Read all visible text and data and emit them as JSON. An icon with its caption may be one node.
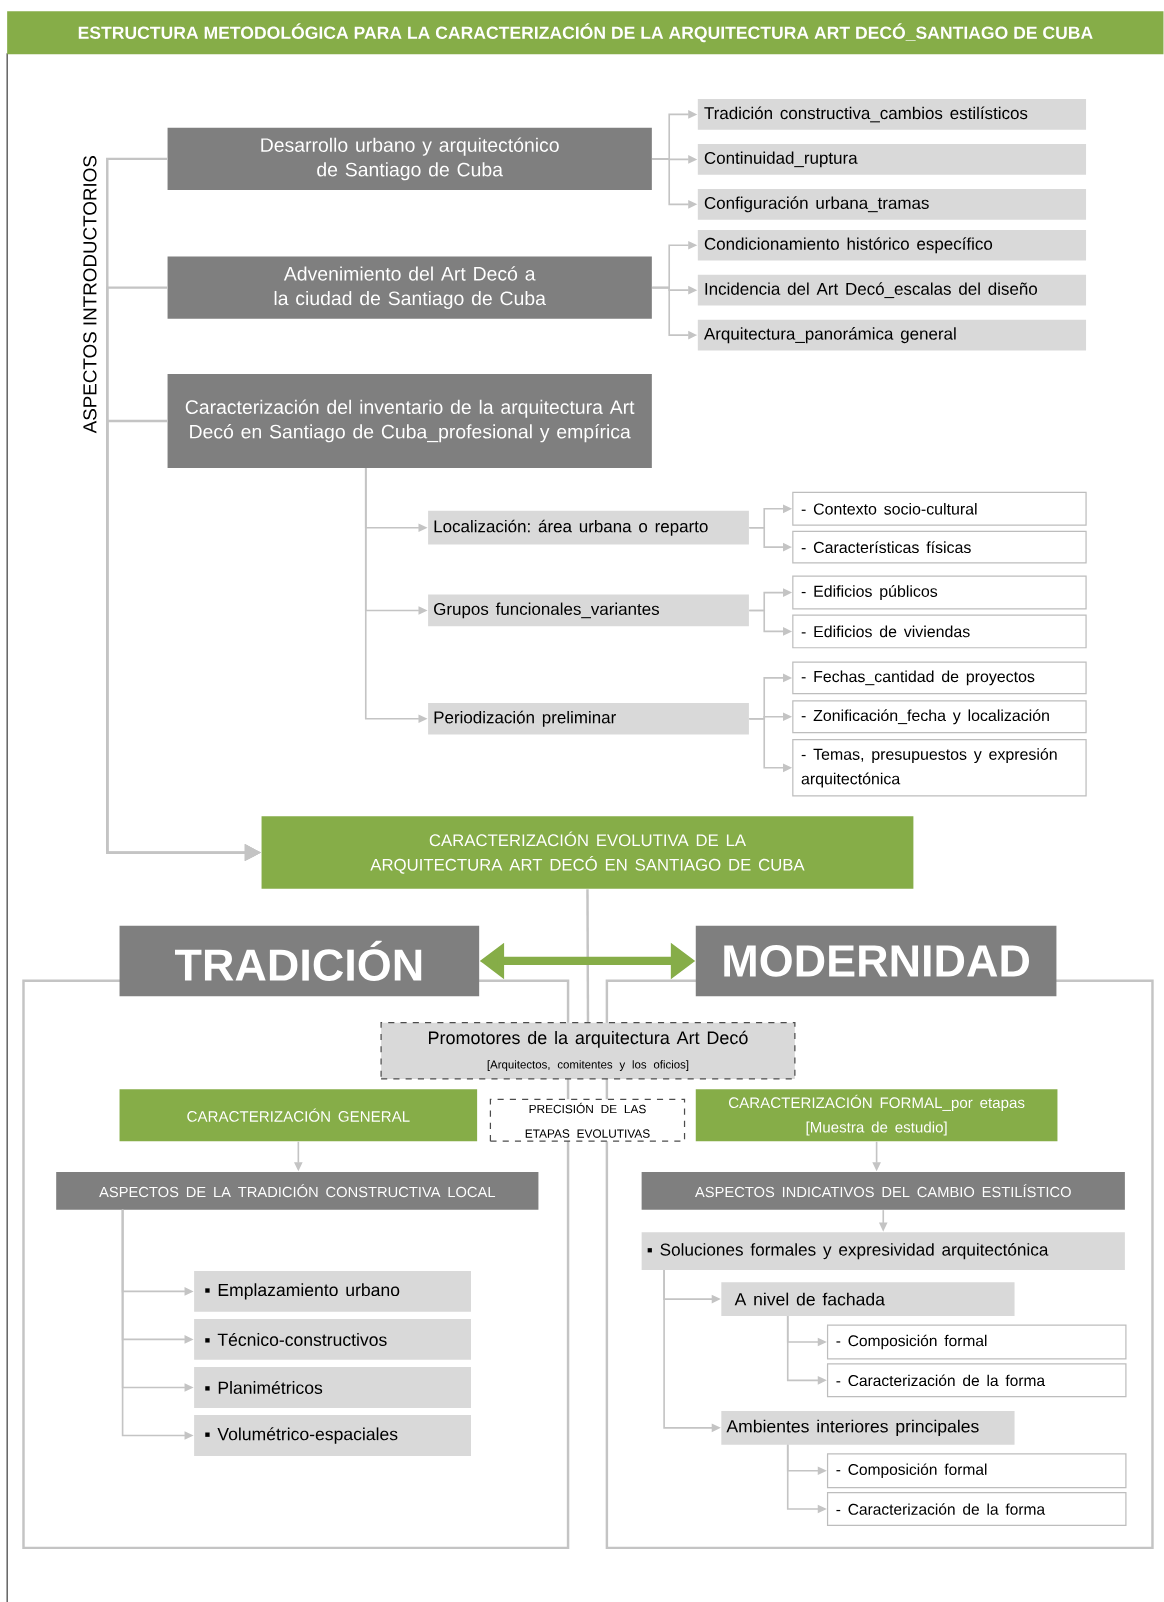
{
  "diagram": {
    "title": "ESTRUCTURA METODOLÓGICA PARA LA CARACTERIZACIÓN DE LA ARQUITECTURA ART DECÓ_SANTIAGO DE CUBA",
    "nodes": [
      {
        "text": [
          "Desarrollo urbano y arquitectónico de Santiago de Cuba"
        ]
      },
      {
        "text": [
          "Tradición constructiva_cambios estilísticos"
        ]
      },
      {
        "text": [
          "Continuidad_ruptura"
        ]
      },
      {
        "text": [
          "Configuración urbana_tramas"
        ]
      },
      {
        "text": [
          "Advenimiento del Art Decó a la ciudad de Santiago de Cuba"
        ]
      },
      {
        "text": [
          "Condicionamiento histórico específico"
        ]
      },
      {
        "text": [
          "Incidencia del Art Decó_escalas del diseño"
        ]
      },
      {
        "text": [
          "Arquitectura_panorámica general"
        ]
      },
      {
        "text": [
          "Caracterización del inventario de la arquitectura Art Decó en Santiago de Cuba_profesional y empírica"
        ]
      },
      {
        "text": [
          "Localización: área urbana o reparto"
        ]
      },
      {
        "text": [
          "- Contexto socio-cultural"
        ]
      },
      {
        "text": [
          "- Características físicas"
        ]
      },
      {
        "text": [
          "Grupos funcionales_variantes"
        ]
      },
      {
        "text": [
          "- Edificios públicos"
        ]
      },
      {
        "text": [
          "- Edificios de viviendas"
        ]
      },
      {
        "text": [
          "Periodización preliminar"
        ]
      },
      {
        "text": [
          "- Fechas_cantidad de proyectos"
        ]
      },
      {
        "text": [
          "- Zonificación_fecha y localización"
        ]
      },
      {
        "text": [
          "- Temas, presupuestos y expresión arquitectónica"
        ]
      },
      {
        "text": [
          "CARACTERIZACIÓN EVOLUTIVA DE LA ARQUITECTURA ART DECÓ EN SANTIAGO DE CUBA"
        ]
      },
      {
        "text": [
          "TRADICIÓN"
        ]
      },
      {
        "text": [
          "MODERNIDAD"
        ]
      },
      {
        "text": [
          "Promotores de la arquitectura Art Decó",
          "[Arquitectos, comitentes y los oficios]"
        ]
      },
      {
        "text": [
          "CARACTERIZACIÓN GENERAL"
        ]
      },
      {
        "text": [
          "PRECISIÓN DE LAS ETAPAS EVOLUTIVAS"
        ]
      },
      {
        "text": [
          "CARACTERIZACIÓN FORMAL_por etapas",
          "[Muestra de estudio]"
        ]
      },
      {
        "text": [
          "ASPECTOS DE LA TRADICIÓN CONSTRUCTIVA LOCAL"
        ]
      },
      {
        "text": [
          "▪ Emplazamiento urbano"
        ]
      },
      {
        "text": [
          "▪ Técnico-constructivos"
        ]
      },
      {
        "text": [
          "▪ Planimétricos"
        ]
      },
      {
        "text": [
          "▪ Volumétrico-espaciales"
        ]
      },
      {
        "text": [
          "ASPECTOS INDICATIVOS DEL CAMBIO ESTILÍSTICO"
        ]
      },
      {
        "text": [
          "▪ Soluciones formales y expresividad arquitectónica"
        ]
      },
      {
        "text": [
          "A nivel de fachada"
        ]
      },
      {
        "text": [
          "- Composición formal"
        ]
      },
      {
        "text": [
          "- Caracterización de la forma"
        ]
      },
      {
        "text": [
          "Ambientes interiores principales"
        ]
      },
      {
        "text": [
          "- Composición formal"
        ]
      },
      {
        "text": [
          "- Caracterización de la forma"
        ]
      }
    ],
    "edges": [
      {
        "from": 0,
        "to": 1,
        "arrow": "to"
      },
      {
        "from": 0,
        "to": 2,
        "arrow": "to"
      },
      {
        "from": 0,
        "to": 3,
        "arrow": "to"
      },
      {
        "from": 4,
        "to": 5,
        "arrow": "to"
      },
      {
        "from": 4,
        "to": 6,
        "arrow": "to"
      },
      {
        "from": 4,
        "to": 7,
        "arrow": "to"
      },
      {
        "from": 8,
        "to": 9,
        "arrow": "to"
      },
      {
        "from": 8,
        "to": 12,
        "arrow": "to"
      },
      {
        "from": 8,
        "to": 15,
        "arrow": "to"
      },
      {
        "from": 9,
        "to": 10,
        "arrow": "to"
      },
      {
        "from": 9,
        "to": 11,
        "arrow": "to"
      },
      {
        "from": 12,
        "to": 13,
        "arrow": "to"
      },
      {
        "from": 12,
        "to": 14,
        "arrow": "to"
      },
      {
        "from": 15,
        "to": 16,
        "arrow": "to"
      },
      {
        "from": 15,
        "to": 17,
        "arrow": "to"
      },
      {
        "from": 15,
        "to": 18,
        "arrow": "to"
      },
      {
        "from": 0,
        "to": 19,
        "arrow": "to"
      },
      {
        "from": 4,
        "to": 19,
        "arrow": "to"
      },
      {
        "from": 8,
        "to": 19,
        "arrow": "to"
      },
      {
        "from": 20,
        "to": 21,
        "arrow": "both",
        "style": "thick",
        "color": "#86ad48"
      },
      {
        "from": 19,
        "to": 22,
        "arrow": "none"
      },
      {
        "from": 23,
        "to": 26,
        "arrow": "to"
      },
      {
        "from": 25,
        "to": 31,
        "arrow": "to"
      },
      {
        "from": 31,
        "to": 32,
        "arrow": "to"
      },
      {
        "from": 26,
        "to": 27,
        "arrow": "to"
      },
      {
        "from": 26,
        "to": 28,
        "arrow": "to"
      },
      {
        "from": 26,
        "to": 29,
        "arrow": "to"
      },
      {
        "from": 26,
        "to": 30,
        "arrow": "to"
      },
      {
        "from": 32,
        "to": 33,
        "arrow": "to"
      },
      {
        "from": 32,
        "to": 36,
        "arrow": "to"
      },
      {
        "from": 33,
        "to": 34,
        "arrow": "to"
      },
      {
        "from": 33,
        "to": 35,
        "arrow": "to"
      },
      {
        "from": 36,
        "to": 37,
        "arrow": "to"
      },
      {
        "from": 36,
        "to": 38,
        "arrow": "to"
      }
    ],
    "labels": [
      "ASPECTOS INTRODUCTORIOS"
    ]
  }
}
